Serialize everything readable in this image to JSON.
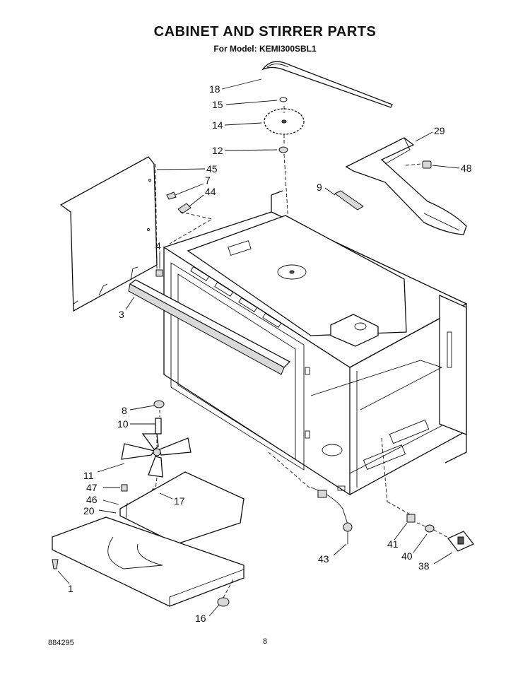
{
  "header": {
    "title": "CABINET AND STIRRER PARTS",
    "model_line": "For Model: KEMI300SBL1"
  },
  "footer": {
    "doc_number": "884295",
    "page_number": "8"
  },
  "callouts": [
    {
      "id": "18",
      "label": "18"
    },
    {
      "id": "15",
      "label": "15"
    },
    {
      "id": "14",
      "label": "14"
    },
    {
      "id": "12",
      "label": "12"
    },
    {
      "id": "29",
      "label": "29"
    },
    {
      "id": "48",
      "label": "48"
    },
    {
      "id": "9",
      "label": "9"
    },
    {
      "id": "45",
      "label": "45"
    },
    {
      "id": "7",
      "label": "7"
    },
    {
      "id": "44",
      "label": "44"
    },
    {
      "id": "4",
      "label": "4"
    },
    {
      "id": "3",
      "label": "3"
    },
    {
      "id": "8",
      "label": "8"
    },
    {
      "id": "10",
      "label": "10"
    },
    {
      "id": "11",
      "label": "11"
    },
    {
      "id": "47",
      "label": "47"
    },
    {
      "id": "46",
      "label": "46"
    },
    {
      "id": "20",
      "label": "20"
    },
    {
      "id": "17",
      "label": "17"
    },
    {
      "id": "1",
      "label": "1"
    },
    {
      "id": "16",
      "label": "16"
    },
    {
      "id": "43",
      "label": "43"
    },
    {
      "id": "41",
      "label": "41"
    },
    {
      "id": "40",
      "label": "40"
    },
    {
      "id": "38",
      "label": "38"
    }
  ]
}
